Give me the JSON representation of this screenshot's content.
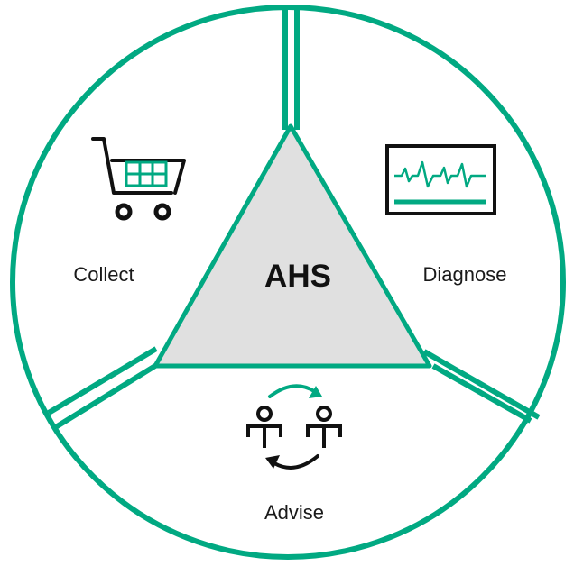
{
  "center": {
    "label": "AHS",
    "fill": "#e0e0e0"
  },
  "segments": [
    {
      "label": "Collect",
      "icon": "shopping-cart-icon"
    },
    {
      "label": "Diagnose",
      "icon": "heart-monitor-icon"
    },
    {
      "label": "Advise",
      "icon": "people-exchange-icon"
    }
  ],
  "colors": {
    "accent": "#01a982",
    "outline": "#111111",
    "background": "#ffffff"
  }
}
